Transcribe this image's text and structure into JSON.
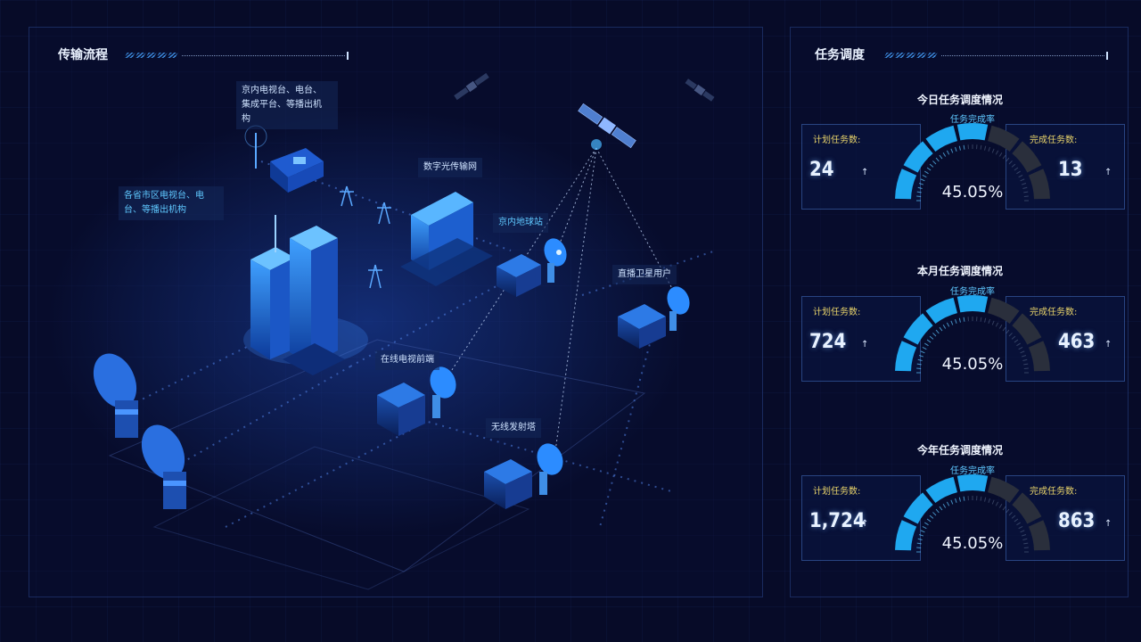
{
  "left_panel": {
    "title": "传输流程",
    "labels": {
      "capital_stations": [
        "京内电视台、电台、",
        "集成平台、等播出机",
        "构"
      ],
      "provincial": [
        "各省市区电视台、电",
        "台、等播出机构"
      ],
      "fiber": "数字光传输网",
      "earth_station": "京内地球站",
      "dth": "直播卫星用户",
      "online_tv": "在线电视前端",
      "wireless_tower": "无线发射塔"
    }
  },
  "right_panel": {
    "title": "任务调度",
    "sections": [
      {
        "title": "今日任务调度情况",
        "planned_label": "计划任务数:",
        "planned_value": "24",
        "completed_label": "完成任务数:",
        "completed_value": "13",
        "rate_label": "任务完成率",
        "rate_value": "45.05%",
        "rate": 0.4505
      },
      {
        "title": "本月任务调度情况",
        "planned_label": "计划任务数:",
        "planned_value": "724",
        "completed_label": "完成任务数:",
        "completed_value": "463",
        "rate_label": "任务完成率",
        "rate_value": "45.05%",
        "rate": 0.4505
      },
      {
        "title": "今年任务调度情况",
        "planned_label": "计划任务数:",
        "planned_value": "1,724",
        "completed_label": "完成任务数:",
        "completed_value": "863",
        "rate_label": "任务完成率",
        "rate_value": "45.05%",
        "rate": 0.4505
      }
    ],
    "arrow_glyph": "↑"
  },
  "colors": {
    "accent": "#1fa8f0",
    "gauge_track": "#2a2f3c",
    "label_yellow": "#e8d36a"
  }
}
